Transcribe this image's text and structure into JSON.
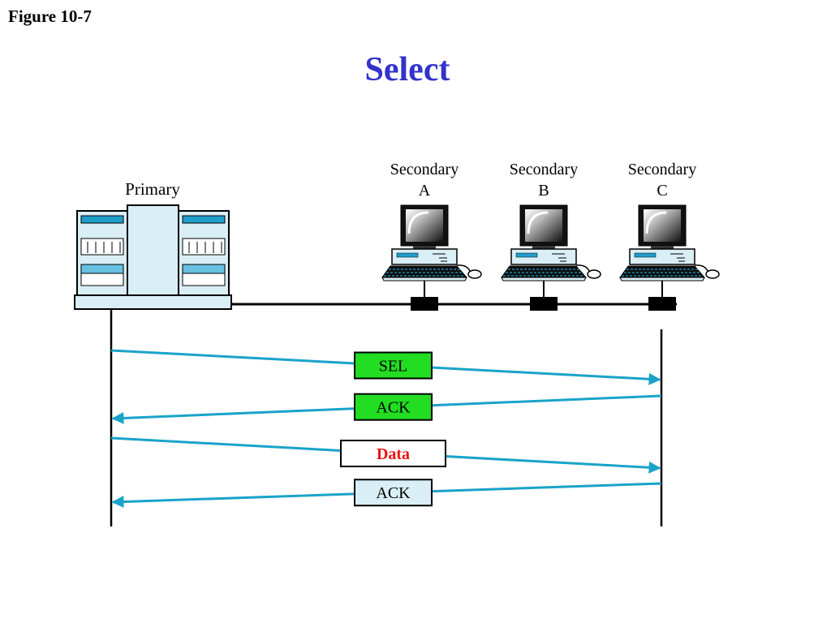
{
  "figure_label": "Figure 10-7",
  "title": "Select",
  "primary": {
    "label": "Primary"
  },
  "secondaries": [
    {
      "line1": "Secondary",
      "line2": "A"
    },
    {
      "line1": "Secondary",
      "line2": "B"
    },
    {
      "line1": "Secondary",
      "line2": "C"
    }
  ],
  "frames": [
    {
      "label": "SEL",
      "fill": "#22dd22",
      "text_color": "#000000",
      "direction": "to-secondary"
    },
    {
      "label": "ACK",
      "fill": "#22dd22",
      "text_color": "#000000",
      "direction": "to-primary"
    },
    {
      "label": "Data",
      "fill": "#ffffff",
      "text_color": "#ee1111",
      "direction": "to-secondary"
    },
    {
      "label": "ACK",
      "fill": "#d9eef5",
      "text_color": "#000000",
      "direction": "to-primary"
    }
  ],
  "colors": {
    "arrow": "#1aa3c8",
    "title": "#3333cc",
    "server_fill": "#d9eef5",
    "accent_blue": "#1f9fcc"
  }
}
